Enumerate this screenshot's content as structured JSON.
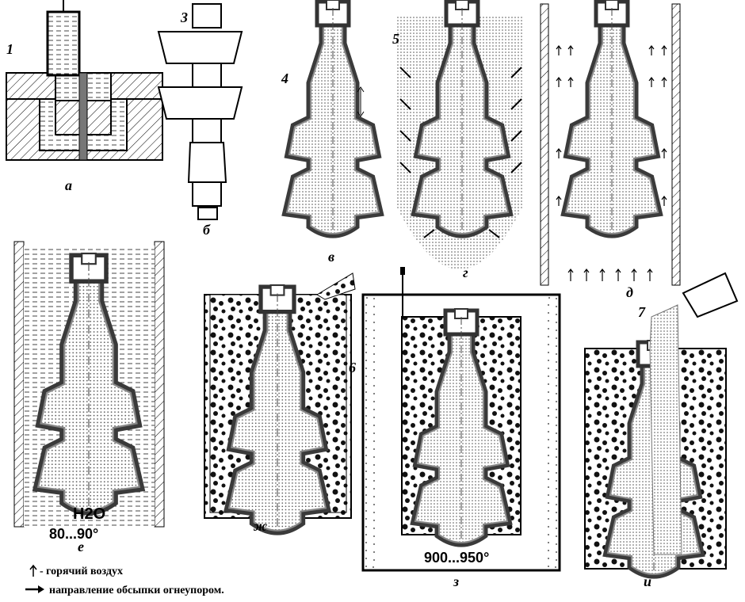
{
  "title": "Investment casting process stages",
  "numbers": {
    "n1": "1",
    "n3": "3",
    "n4": "4",
    "n5": "5",
    "n6": "6",
    "n7": "7"
  },
  "panels": {
    "a": "а",
    "b": "б",
    "v": "в",
    "g": "г",
    "d": "д",
    "e": "е",
    "zh": "ж",
    "z": "з",
    "i": "и"
  },
  "annotations": {
    "water": "H2O",
    "water_temp": "80...90°",
    "furnace_temp": "900...950°"
  },
  "legend": {
    "hot_air": "- горячий воздух",
    "coating_direction": "направление обсыпки огнеупором."
  },
  "colors": {
    "shell": "#3a3a3a",
    "fill": "#d8d8d8",
    "ink": "#000000"
  }
}
